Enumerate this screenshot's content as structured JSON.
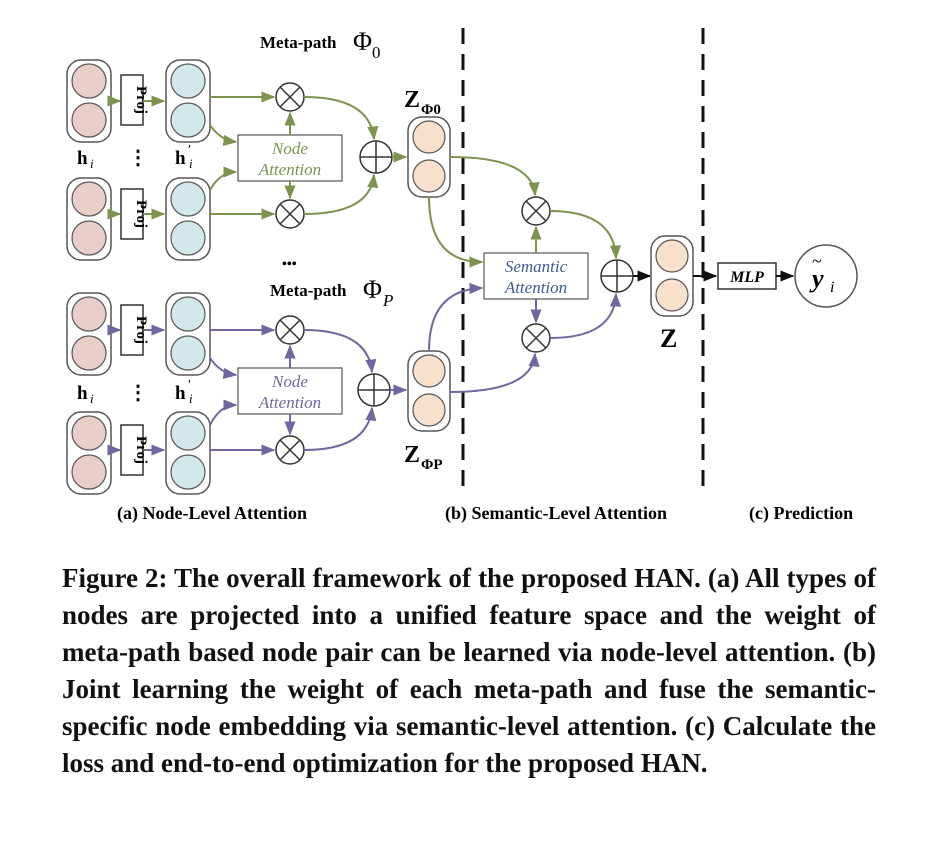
{
  "diagram": {
    "meta_path_top": "Meta-path",
    "meta_path_top_symbol": "Φ",
    "meta_path_top_sub": "0",
    "meta_path_bottom": "Meta-path",
    "meta_path_bottom_symbol": "Φ",
    "meta_path_bottom_sub": "P",
    "proj": "Proj",
    "h_i": "h",
    "h_i_sub": "i",
    "h_i_prime": "h",
    "h_i_prime_sup": "′",
    "h_i_prime_sub": "i",
    "colon": "⋮",
    "ellipsis": "•••",
    "node_attention_line1": "Node",
    "node_attention_line2": "Attention",
    "semantic_attention_line1": "Semantic",
    "semantic_attention_line2": "Attention",
    "z_phi0": "Z",
    "z_phi0_sub": "Φ0",
    "z_phip": "Z",
    "z_phip_sub": "ΦP",
    "z": "Z",
    "mlp": "MLP",
    "y_hat": "y",
    "y_hat_accent": "~",
    "y_hat_sub": "i",
    "section_a": "(a) Node-Level Attention",
    "section_b": "(b) Semantic-Level Attention",
    "section_c": "(c) Prediction",
    "colors": {
      "green": "#7e9350",
      "purple": "#7266a0",
      "node_pink": "#e8cdc8",
      "node_blue": "#d3e8ea",
      "node_peach": "#f7e0cc"
    }
  },
  "caption": "Figure 2: The overall framework of the proposed HAN. (a) All types of nodes are projected into a unified feature space and the weight of meta-path based node pair can be learned via node-level attention. (b) Joint learning the weight of each meta-path and fuse the semantic-specific node embedding via semantic-level attention. (c) Calculate the loss and end-to-end optimization for the proposed HAN."
}
